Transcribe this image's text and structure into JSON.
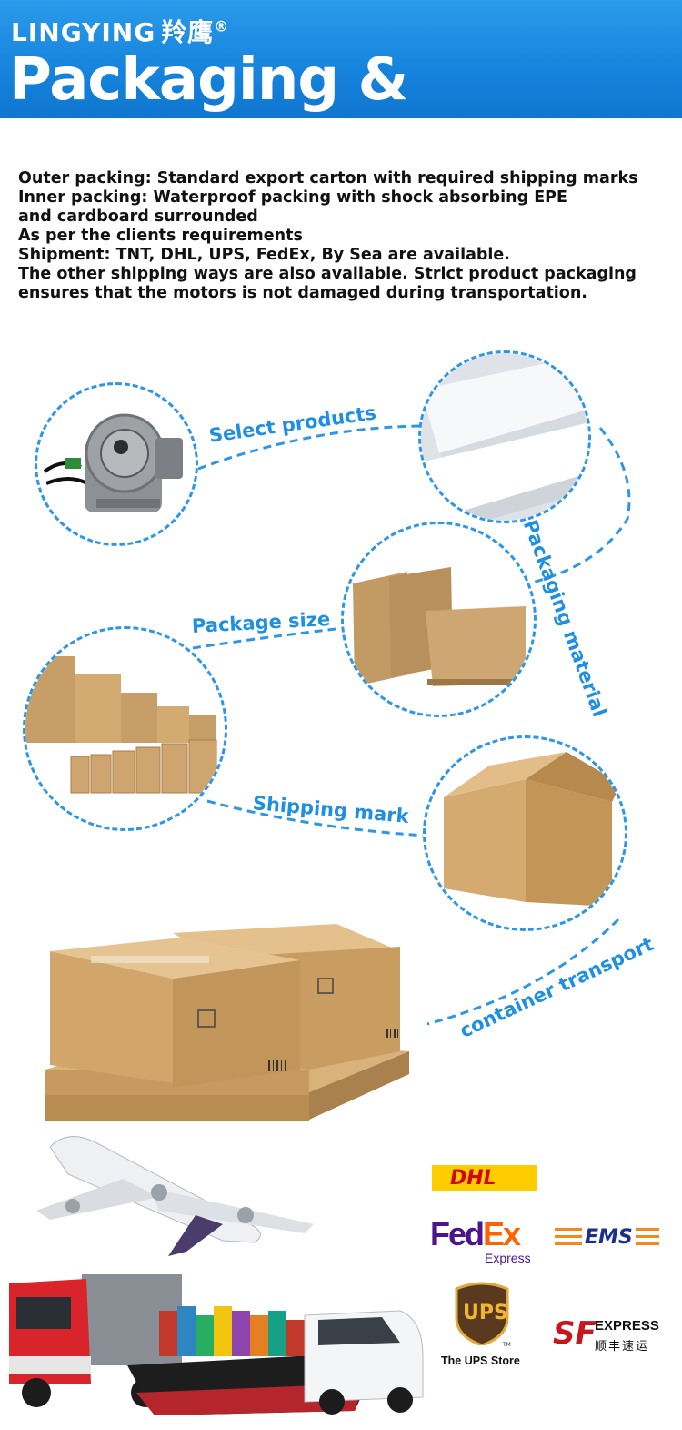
{
  "header": {
    "brand_latin": "LINGYING",
    "brand_cn": "羚鹰",
    "registered": "®",
    "title": "Packaging & Shipping"
  },
  "description": {
    "lines": [
      "Outer packing: Standard export carton with required shipping marks",
      "Inner packing: Waterproof packing with shock absorbing EPE",
      "and cardboard surrounded",
      "As per the clients requirements",
      "Shipment: TNT, DHL, UPS, FedEx, By Sea are available.",
      "The other shipping ways are also available. Strict product packaging",
      "ensures that the motors is not damaged during transportation."
    ]
  },
  "steps": {
    "select_products": "Select products",
    "packaging_material": "Packaging material",
    "package_size": "Package size",
    "shipping_mark": "Shipping mark",
    "container_transport": "container transport"
  },
  "carriers": {
    "dhl": "DHL",
    "fedex_fed": "Fed",
    "fedex_ex": "Ex",
    "fedex_sub": "Express",
    "ems": "EMS",
    "ups": "UPS",
    "ups_tm": "TM",
    "ups_store": "The UPS Store",
    "sf": "SF",
    "sf_express": "EXPRESS",
    "sf_cn": "顺丰速运"
  },
  "colors": {
    "banner_blue": "#1683dc",
    "accent_blue": "#2d97e6",
    "cardboard": "#c9a06b"
  }
}
